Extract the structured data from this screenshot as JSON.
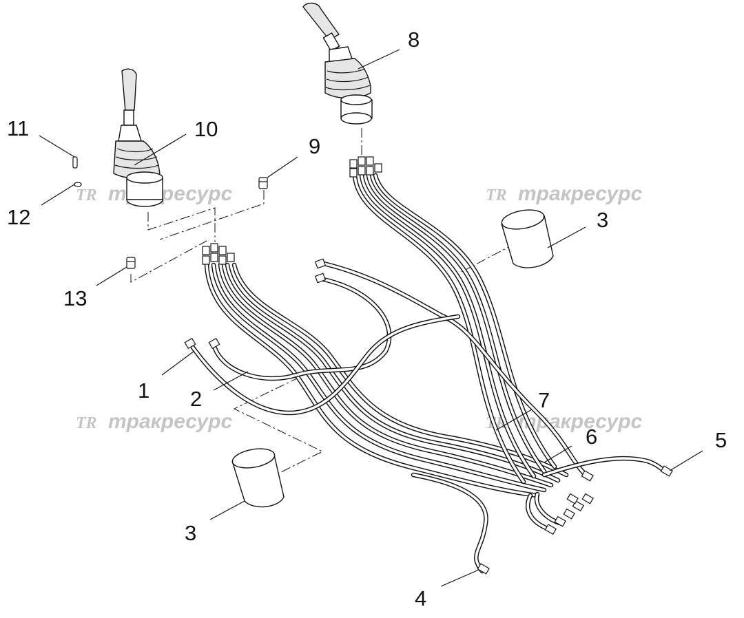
{
  "watermark": {
    "logo": "TR",
    "text": "тракресурс"
  },
  "callouts": [
    {
      "id": "c1",
      "label": "1"
    },
    {
      "id": "c2",
      "label": "2"
    },
    {
      "id": "c3a",
      "label": "3"
    },
    {
      "id": "c3b",
      "label": "3"
    },
    {
      "id": "c4",
      "label": "4"
    },
    {
      "id": "c5",
      "label": "5"
    },
    {
      "id": "c6",
      "label": "6"
    },
    {
      "id": "c7",
      "label": "7"
    },
    {
      "id": "c8",
      "label": "8"
    },
    {
      "id": "c9",
      "label": "9"
    },
    {
      "id": "c10",
      "label": "10"
    },
    {
      "id": "c11",
      "label": "11"
    },
    {
      "id": "c12",
      "label": "12"
    },
    {
      "id": "c13",
      "label": "13"
    }
  ]
}
